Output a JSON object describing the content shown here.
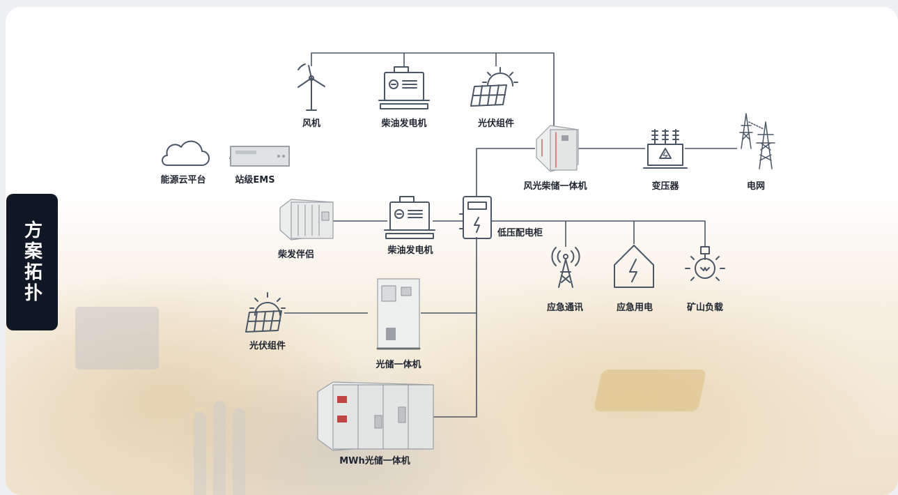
{
  "side_tab": "方案拓扑",
  "nodes": {
    "wind": "风机",
    "diesel_top": "柴油发电机",
    "pv_top": "光伏组件",
    "cloud": "能源云平台",
    "ems": "站级EMS",
    "hybrid_unit": "风光柴储一体机",
    "transformer": "变压器",
    "grid": "电网",
    "diesel_companion": "柴发伴侣",
    "diesel_mid": "柴油发电机",
    "lv_cabinet": "低压配电柜",
    "emergency_comm": "应急通讯",
    "emergency_power": "应急用电",
    "mine_load": "矿山负载",
    "pv_bottom": "光伏组件",
    "pv_storage": "光储一体机",
    "mwh_storage": "MWh光储一体机"
  },
  "colors": {
    "line": "#4a5566",
    "icon": "#4a5566",
    "tab_bg": "#101825"
  },
  "icons": [
    "wind-turbine-icon",
    "generator-icon",
    "solar-panel-icon",
    "cloud-icon",
    "transmission-tower-icon",
    "transformer-icon",
    "cabinet-icon",
    "antenna-icon",
    "house-bolt-icon",
    "lightbulb-icon"
  ]
}
